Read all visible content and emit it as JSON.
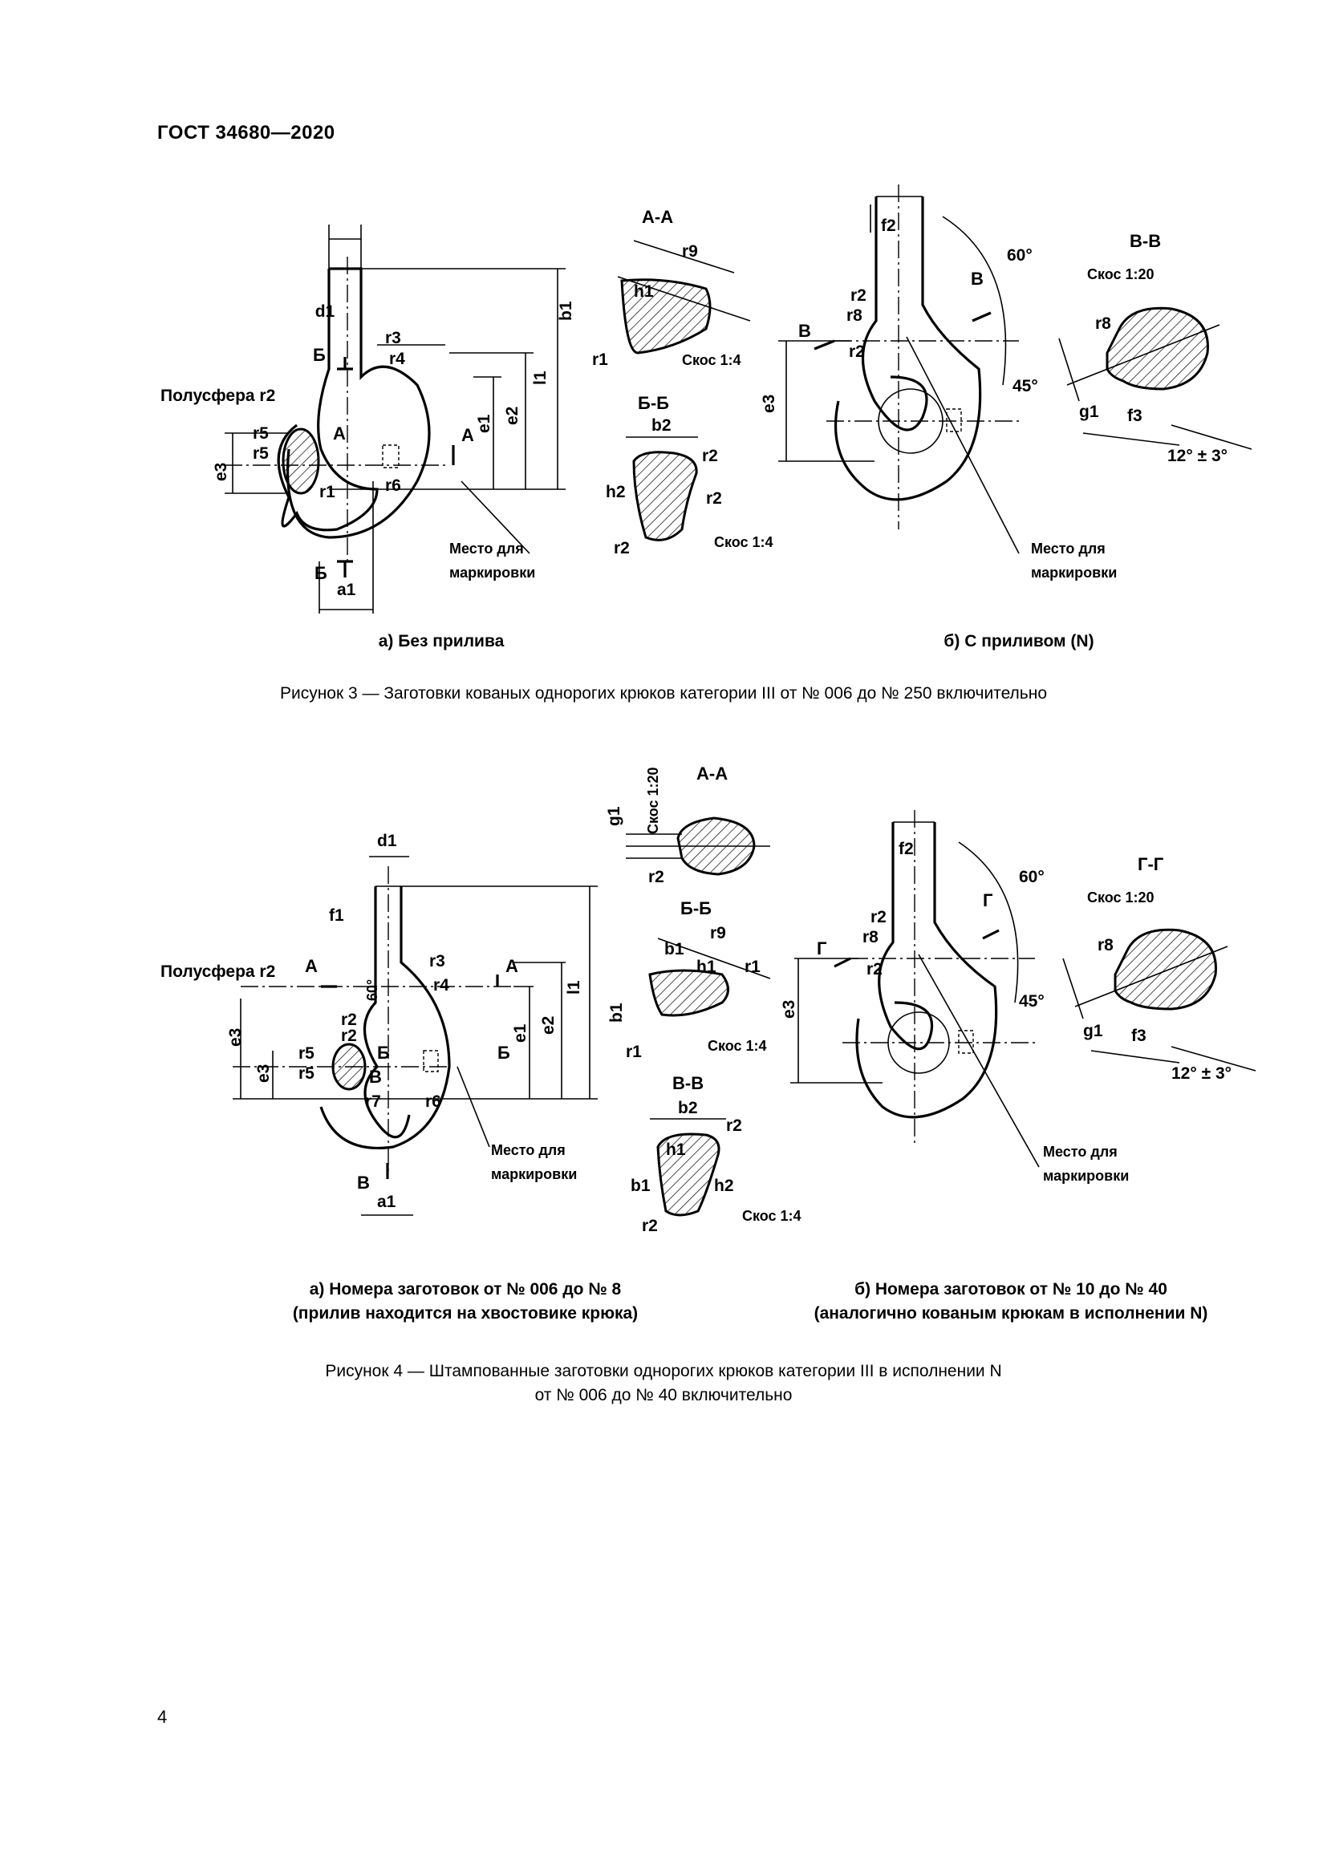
{
  "page_header": "ГОСТ 34680—2020",
  "page_number": "4",
  "figure3": {
    "caption": "Рисунок 3 — Заготовки кованых однорогих крюков категории III от № 006 до № 250 включительно",
    "sub_a": "а) Без прилива",
    "sub_b": "б) С приливом (N)",
    "labels": {
      "d1": "d1",
      "l1": "l1",
      "e1": "e1",
      "e2": "e2",
      "e3": "e3",
      "r3": "r3",
      "r4": "r4",
      "r5": "r5",
      "r6": "r6",
      "r1": "r1",
      "a1": "a1",
      "B": "Б",
      "A": "A",
      "hemisphere": "Полусфера r2",
      "marking_1": "Место для",
      "marking_2": "маркировки",
      "sec_aa": "А-А",
      "sec_bb": "Б-Б",
      "sec_vv": "В-В",
      "r9": "r9",
      "h1": "h1",
      "b1": "b1",
      "b2": "b2",
      "h2": "h2",
      "r2": "r2",
      "bevel14": "Скос 1:4",
      "bevel120": "Скос 1:20",
      "f2": "f2",
      "r8": "r8",
      "angle60": "60°",
      "angle45": "45°",
      "V": "В",
      "g1": "g1",
      "f3": "f3",
      "angle12": "12° ± 3°"
    }
  },
  "figure4": {
    "caption_line1": "Рисунок 4 — Штампованные заготовки однорогих крюков категории III в исполнении N",
    "caption_line2": "от № 006 до № 40 включительно",
    "sub_a_line1": "а) Номера заготовок от № 006 до № 8",
    "sub_a_line2": "(прилив находится на хвостовике крюка)",
    "sub_b_line1": "б) Номера заготовок от № 10 до № 40",
    "sub_b_line2": "(аналогично кованым крюкам в исполнении N)",
    "labels": {
      "d1": "d1",
      "f1": "f1",
      "l1": "l1",
      "e1": "e1",
      "e2": "e2",
      "e3": "e3",
      "r3": "r3",
      "r4": "r4",
      "r5": "r5",
      "r6": "r6",
      "r7": "r7",
      "r2": "r2",
      "a1": "a1",
      "A": "A",
      "B": "Б",
      "V": "В",
      "G": "Г",
      "hemisphere": "Полусфера r2",
      "marking_1": "Место для",
      "marking_2": "маркировки",
      "sec_aa": "А-А",
      "sec_bb": "Б-Б",
      "sec_vv": "В-В",
      "sec_gg": "Г-Г",
      "bevel_rot": "Скос 1:20",
      "g1": "g1",
      "r9": "r9",
      "h1": "h1",
      "b1": "b1",
      "b2": "b2",
      "h2": "h2",
      "r1": "r1",
      "bevel14": "Скос 1:4",
      "bevel120": "Скос 1:20",
      "f2": "f2",
      "r8": "r8",
      "angle60": "60°",
      "angle45": "45°",
      "f3": "f3",
      "angle12": "12° ± 3°",
      "angle60b": "60°"
    }
  }
}
